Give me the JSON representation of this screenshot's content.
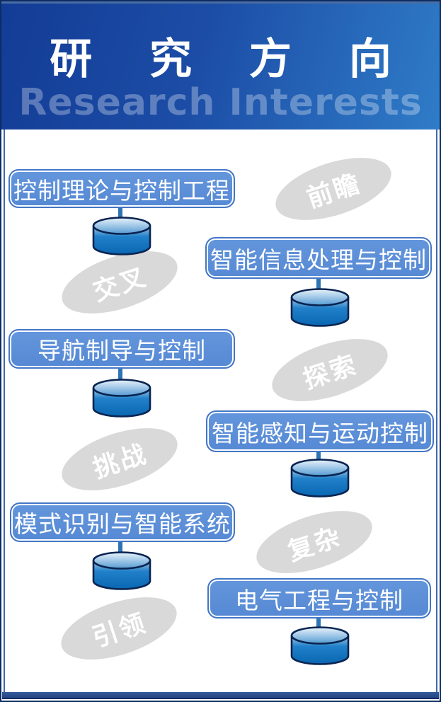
{
  "header": {
    "title": "研 究 方 向",
    "subtitle": "Research Interests"
  },
  "research_areas": [
    {
      "label": "控制理论与控制工程"
    },
    {
      "label": "智能信息处理与控制"
    },
    {
      "label": "导航制导与控制"
    },
    {
      "label": "智能感知与运动控制"
    },
    {
      "label": "模式识别与智能系统"
    },
    {
      "label": "电气工程与控制"
    }
  ],
  "keyword_badges": [
    {
      "label": "前瞻"
    },
    {
      "label": "交叉"
    },
    {
      "label": "探索"
    },
    {
      "label": "挑战"
    },
    {
      "label": "复杂"
    },
    {
      "label": "引领"
    }
  ],
  "colors": {
    "header_gradient_start": "#133c96",
    "header_gradient_end": "#2f7cc8",
    "pill_fill": "#5c8ed9",
    "pill_border": "#4376c6",
    "cylinder_blue": "#0a66b2",
    "connector_blue": "#2e74b5",
    "badge_gray": "#d9d9d9",
    "frame_navy": "#0d2c62"
  }
}
